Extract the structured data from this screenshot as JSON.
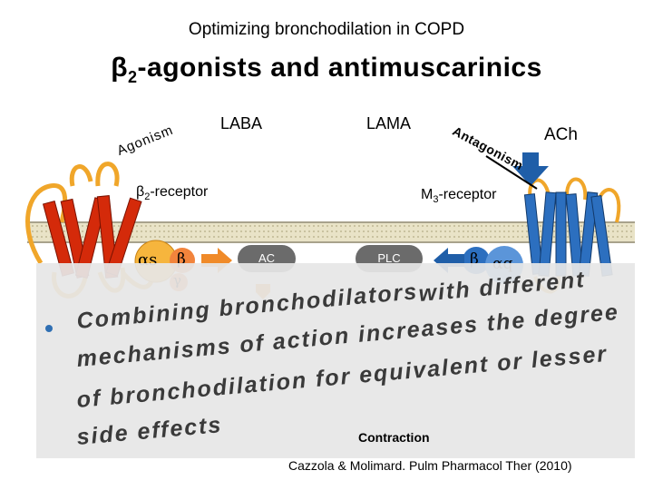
{
  "header": {
    "subtitle": "Optimizing bronchodilation in COPD",
    "title_prefix": "β",
    "title_sub": "2",
    "title_suffix": "-agonists and antimuscarinics"
  },
  "labels": {
    "laba": "LABA",
    "lama": "LAMA",
    "ach": "ACh",
    "agonism": "Agonism",
    "antagonism": "Antagonism",
    "b2_receptor_prefix": "β",
    "b2_receptor_sub": "2",
    "b2_receptor_suffix": "-receptor",
    "m3_receptor_prefix": "M",
    "m3_receptor_sub": "3",
    "m3_receptor_suffix": "-receptor",
    "alpha_s": "αs",
    "beta_left": "β",
    "gamma": "γ",
    "beta_right": "β",
    "alpha_q": "αq",
    "ac": "AC",
    "plc": "PLC",
    "contraction": "Contraction"
  },
  "bullet": {
    "lines": [
      "with different",
      "Combining bronchodilators",
      "mechanisms of action increases the degree",
      "of bronchodilation for equivalent or lesser",
      "side effects"
    ]
  },
  "citation": "Cazzola & Molimard. Pulm Pharmacol Ther (2010)",
  "colors": {
    "membrane": "#b8b08a",
    "receptor_red": "#d42a0a",
    "receptor_blue": "#2c6fbf",
    "loop_yellow": "#f0a62a",
    "orange_arrow": "#f08a28",
    "blue_arrow": "#1f5ea8",
    "pill_grey": "#6b6b6b"
  }
}
